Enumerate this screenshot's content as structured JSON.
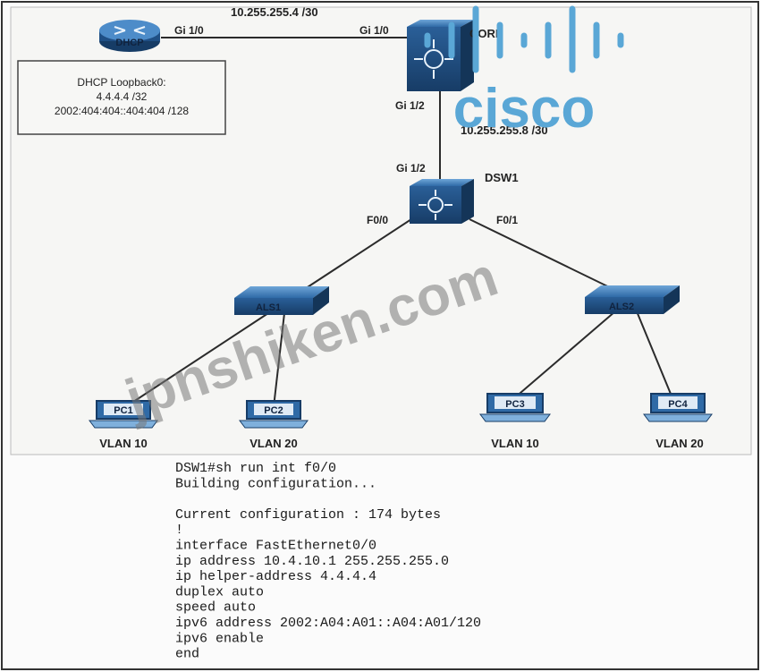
{
  "links": {
    "core_dhcp_subnet": "10.255.255.4 /30",
    "core_dsw1_subnet": "10.255.255.8 /30"
  },
  "interfaces": {
    "dhcp_gi": "Gi 1/0",
    "core_gi_west": "Gi 1/0",
    "core_gi_south": "Gi 1/2",
    "dsw1_gi_north": "Gi 1/2",
    "dsw1_f00": "F0/0",
    "dsw1_f01": "F0/1"
  },
  "devices": {
    "dhcp": "DHCP",
    "core": "CORE",
    "dsw1": "DSW1",
    "als1": "ALS1",
    "als2": "ALS2",
    "pc1": "PC1",
    "pc2": "PC2",
    "pc3": "PC3",
    "pc4": "PC4"
  },
  "vlans": {
    "pc1": "VLAN 10",
    "pc2": "VLAN 20",
    "pc3": "VLAN 10",
    "pc4": "VLAN 20"
  },
  "dhcp_box": {
    "line1": "DHCP Loopback0:",
    "line2": "4.4.4.4 /32",
    "line3": "2002:404:404::404:404 /128"
  },
  "terminal": {
    "lines": [
      "DSW1#sh run int f0/0",
      "Building configuration...",
      "",
      "Current configuration : 174 bytes",
      "!",
      "interface FastEthernet0/0",
      " ip address 10.4.10.1 255.255.255.0",
      " ip helper-address 4.4.4.4",
      " duplex auto",
      " speed auto",
      " ipv6 address 2002:A04:A01::A04:A01/120",
      " ipv6 enable",
      "end"
    ]
  },
  "watermark": {
    "text": "jpnshiken.com",
    "brand": "cisco"
  },
  "colors": {
    "device_blue": "#2a6aa8",
    "device_dark": "#1b4a7a",
    "cisco_blue": "#5aa7d6"
  }
}
